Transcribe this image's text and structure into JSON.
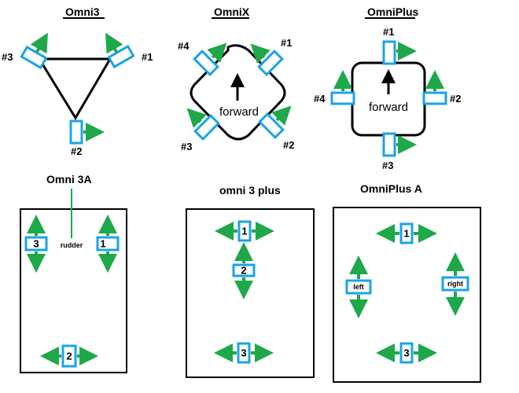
{
  "colors": {
    "motor": "#1aa3e8",
    "arrow": "#1fa84a",
    "frame": "#000000"
  },
  "diagrams": {
    "omni3": {
      "title": "Omni3",
      "labels": [
        "#1",
        "#2",
        "#3"
      ]
    },
    "omnix": {
      "title": "OmniX",
      "labels": [
        "#1",
        "#2",
        "#3",
        "#4"
      ],
      "forward": "forward"
    },
    "omniplus": {
      "title": "OmniPlus",
      "labels": [
        "#1",
        "#2",
        "#3",
        "#4"
      ],
      "forward": "forward"
    },
    "omni3a": {
      "title": "Omni 3A",
      "motors": [
        "3",
        "1",
        "2"
      ],
      "rudder": "rudder"
    },
    "omni3plus": {
      "title": "omni 3 plus",
      "motors": [
        "1",
        "2",
        "3"
      ]
    },
    "omniplusa": {
      "title": "OmniPlus A",
      "motors": [
        "1",
        "left",
        "right",
        "3"
      ]
    }
  }
}
